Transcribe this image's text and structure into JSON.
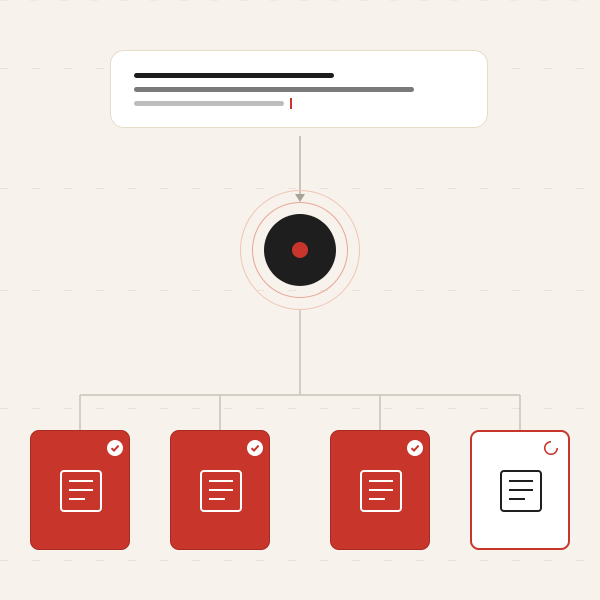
{
  "diagram": {
    "input": {
      "text_lines": 3,
      "has_cursor": true
    },
    "hub": {
      "center_color": "#c8352b",
      "core_color": "#1e1e1e",
      "ring_color": "#e8a595"
    },
    "outputs": [
      {
        "status": "complete",
        "icon": "document-icon",
        "badge": "check-icon"
      },
      {
        "status": "complete",
        "icon": "document-icon",
        "badge": "check-icon"
      },
      {
        "status": "complete",
        "icon": "document-icon",
        "badge": "check-icon"
      },
      {
        "status": "in-progress",
        "icon": "document-icon",
        "badge": "spinner-icon"
      }
    ],
    "colors": {
      "accent": "#c8352b",
      "background": "#f7f3ec",
      "connector": "#c9c2b6"
    }
  }
}
